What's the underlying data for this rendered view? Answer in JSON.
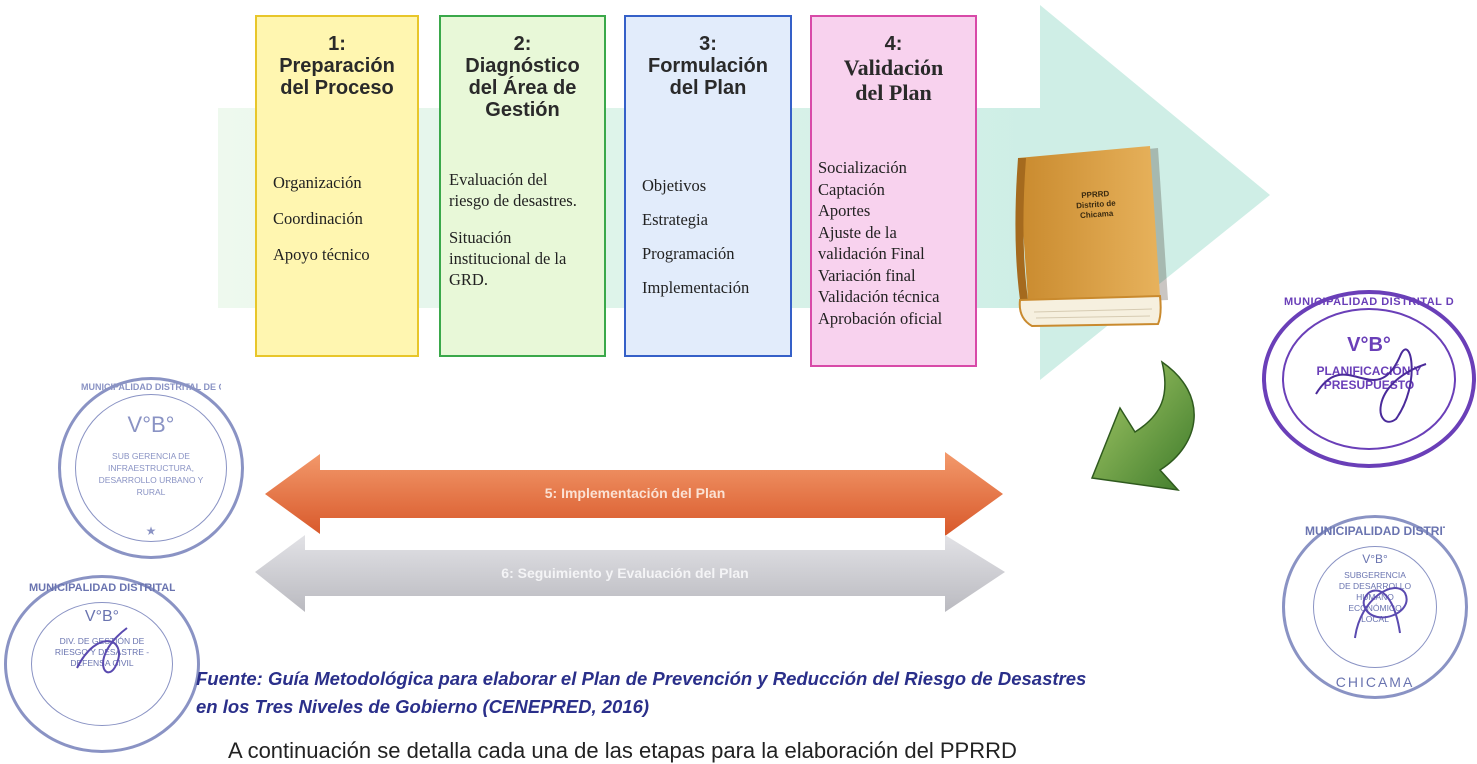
{
  "boxes": [
    {
      "num": "1:",
      "title": [
        "Preparación",
        "del Proceso"
      ],
      "items": [
        "Organización",
        "Coordinación",
        "Apoyo técnico"
      ]
    },
    {
      "num": "2:",
      "title": [
        "Diagnóstico",
        "del Área de",
        "Gestión"
      ],
      "items": [
        "Evaluación del",
        "riesgo de desastres.",
        "",
        "Situación",
        "institucional de la",
        "GRD."
      ]
    },
    {
      "num": "3:",
      "title": [
        "Formulación",
        "del Plan"
      ],
      "items": [
        "Objetivos",
        "Estrategia",
        "Programación",
        "Implementación"
      ]
    },
    {
      "num": "4:",
      "title": [
        "Validación",
        "del Plan"
      ],
      "items": [
        "Socialización",
        "Captación",
        "Aportes",
        "Ajuste de la",
        "validación Final",
        "Variación final",
        "Validación técnica",
        "Aprobación oficial"
      ]
    }
  ],
  "book": {
    "lines": [
      "PPRRD",
      "Distrito de",
      "Chicama"
    ]
  },
  "arrows": {
    "implementacion": "5: Implementación  del Plan",
    "seguimiento": "6: Seguimiento  y Evaluación  del Plan"
  },
  "fuente": {
    "line1": "Fuente: Guía Metodológica para elaborar el Plan de Prevención y Reducción del Riesgo de Desastres",
    "line2": "en los Tres Niveles de Gobierno (CENEPRED, 2016)"
  },
  "partial_text": "A continuación se detalla cada una de las etapas para la elaboración del PPRRD",
  "stamps": {
    "planificacion": {
      "ring": "MUNICIPALIDAD DISTRITAL DE CHICAMA",
      "vb": "V°B°",
      "office": [
        "PLANIFICACIÓN Y",
        "PRESUPUESTO"
      ]
    },
    "infraestructura": {
      "ring": "MUNICIPALIDAD DISTRITAL DE CHICAMA",
      "vb": "V°B°",
      "office": [
        "SUB GERENCIA DE",
        "INFRAESTRUCTURA,",
        "DESARROLLO URBANO Y",
        "RURAL"
      ]
    },
    "desarrollo": {
      "ring": "MUNICIPALIDAD DISTRITAL",
      "bottom": "CHICAMA",
      "vb": "V°B°",
      "office": [
        "SUBGERENCIA",
        "DE DESARROLLO",
        "HUMANO",
        "ECONÓMICO",
        "LOCAL"
      ]
    },
    "defensa": {
      "ring": "MUNICIPALIDAD DISTRITAL DE CHICAMA",
      "vb": "V°B°",
      "office": [
        "DIV. DE GESTIÓN DE",
        "RIESGO Y DESASTRE -",
        "DEFENSA CIVIL"
      ]
    }
  },
  "colors": {
    "box1_border": "#e8c62a",
    "box1_fill": "#fff6b0",
    "box2_border": "#3aa84a",
    "box2_fill": "#e8f8d8",
    "box3_border": "#3560c8",
    "box3_fill": "#e2ecfb",
    "box4_border": "#d84aa8",
    "box4_fill": "#f8d2ee",
    "big_arrow": "#d8f3ec",
    "arrow5": "#e8703c",
    "arrow6": "#c8c8cc",
    "stamp_purple": "#6a3fb8",
    "stamp_blue": "#8a93c4",
    "fuente_text": "#2a2f8a"
  }
}
